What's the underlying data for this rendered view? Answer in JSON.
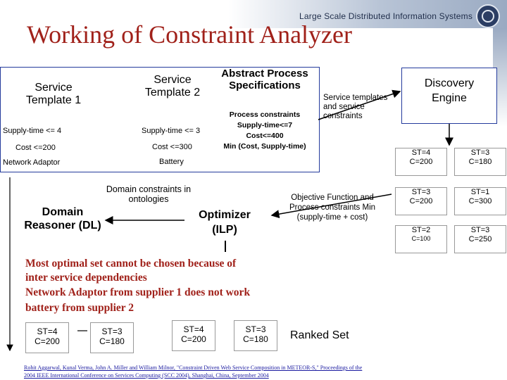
{
  "header": {
    "org": "Large Scale Distributed Information Systems"
  },
  "title": "Working of Constraint Analyzer",
  "template1": {
    "title": "Service Template 1",
    "supply": "Supply-time <= 4",
    "cost": "Cost <=200",
    "adaptor": "Network Adaptor"
  },
  "template2": {
    "title": "Service Template 2",
    "supply": "Supply-time <= 3",
    "cost": "Cost <=300",
    "battery": "Battery"
  },
  "abstract": {
    "title": "Abstract Process Specifications",
    "pc1": "Process constraints",
    "pc2": "Supply-time<=7",
    "pc3": "Cost<=400",
    "pc4": "Min (Cost, Supply-time)"
  },
  "templates_label": "Service templates and service constraints",
  "discovery": "Discovery Engine",
  "domain_constraints": "Domain constraints in ontologies",
  "reasoner": "Domain Reasoner (DL)",
  "optimizer": "Optimizer (ILP)",
  "objective": "Objective Function and Process constraints Min (supply-time + cost)",
  "st_grid": [
    {
      "st": "ST=4",
      "c": "C=200"
    },
    {
      "st": "ST=3",
      "c": "C=180"
    },
    {
      "st": "ST=3",
      "c": "C=200"
    },
    {
      "st": "ST=1",
      "c": "C=300"
    },
    {
      "st": "ST=2",
      "c": "C=100"
    },
    {
      "st": "ST=3",
      "c": "C=250"
    }
  ],
  "notes": [
    "Most optimal set cannot be chosen because of",
    "inter service dependencies",
    "Network Adaptor from supplier 1 does not work",
    "battery from supplier 2"
  ],
  "ranked": [
    {
      "st": "ST=4",
      "c": "C=200"
    },
    {
      "st": "ST=3",
      "c": "C=180"
    },
    {
      "st": "ST=4",
      "c": "C=200"
    },
    {
      "st": "ST=3",
      "c": "C=180"
    }
  ],
  "ranked_label": "Ranked Set",
  "citation": {
    "line1": "Rohit Aggarwal, Kunal Verma, John A. Miller and William Milnor, \"Constraint Driven Web Service Composition in METEOR-S,\" Proceedings of the",
    "line2": "2004 IEEE International Conference on Services Computing (SCC 2004), Shanghai, China, September 2004"
  },
  "colors": {
    "title": "#a0211a",
    "box_border": "#233a9c",
    "link": "#1a1aa0"
  }
}
